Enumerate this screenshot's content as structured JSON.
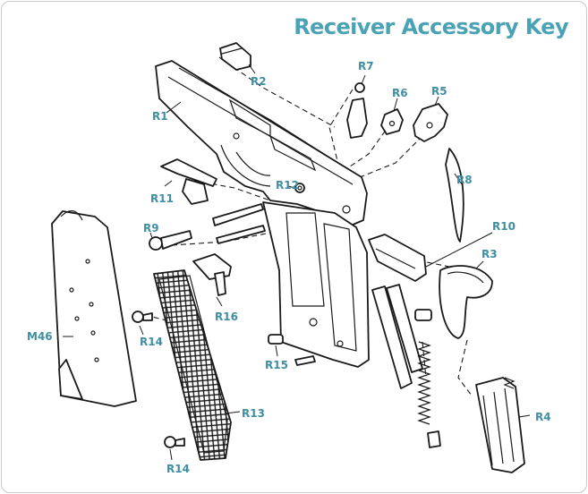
{
  "title": "Receiver Accessory Key",
  "accent_color": "#4aa3b5",
  "labels": {
    "r1": "R1",
    "r2": "R2",
    "r3": "R3",
    "r4": "R4",
    "r5": "R5",
    "r6": "R6",
    "r7": "R7",
    "r8": "R8",
    "r9": "R9",
    "r10": "R10",
    "r11": "R11",
    "r12": "R12",
    "r13": "R13",
    "r14a": "R14",
    "r14b": "R14",
    "r15": "R15",
    "r16": "R16",
    "m46": "M46"
  }
}
